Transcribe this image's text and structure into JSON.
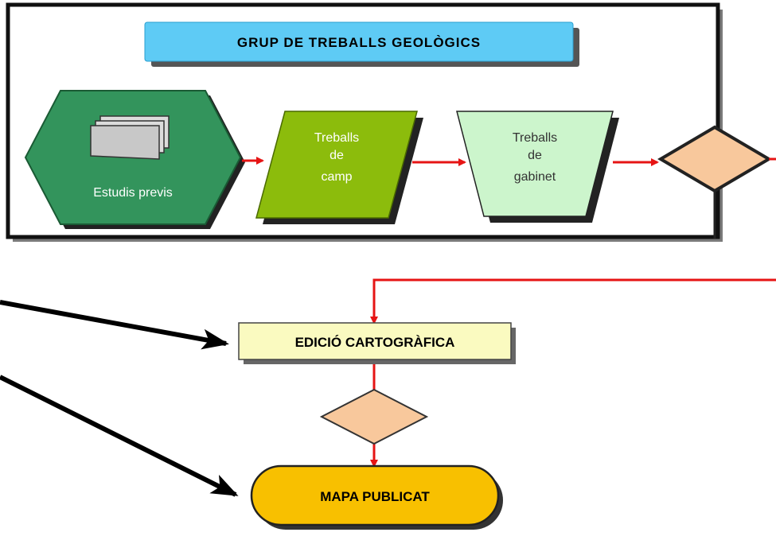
{
  "group": {
    "title": "GRUP  DE  TREBALLS  GEOLÒGICS"
  },
  "nodes": {
    "estudis_previs": {
      "label": "Estudis previs"
    },
    "treballs_camp": {
      "line1": "Treballs",
      "line2": "de",
      "line3": "camp"
    },
    "treballs_gabinet": {
      "line1": "Treballs",
      "line2": "de",
      "line3": "gabinet"
    },
    "edicio": {
      "label": "EDICIÓ CARTOGRÀFICA"
    },
    "mapa": {
      "label": "MAPA PUBLICAT"
    }
  },
  "colors": {
    "group_border": "#111111",
    "title_fill": "#5ecbf5",
    "hexagon_fill": "#33945c",
    "camp_fill": "#8cbc0c",
    "gabinet_fill": "#ccf5cc",
    "decision_fill": "#f8c89c",
    "edicio_fill": "#fafac0",
    "mapa_fill": "#f8c000",
    "connector": "#e61414",
    "pointer_arrow": "#000000"
  }
}
